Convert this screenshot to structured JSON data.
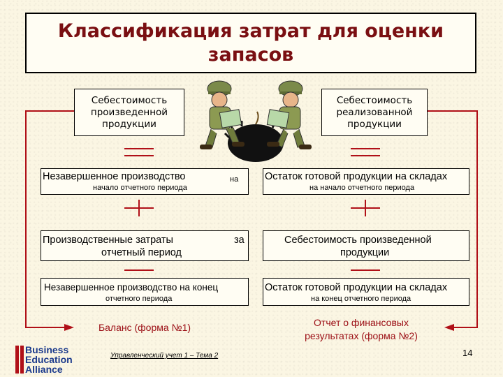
{
  "title": "Классификация затрат для оценки\nзапасов",
  "left_head": "Себестоимость\nпроизведенной\nпродукции",
  "right_head": "Себестоимость\nреализованной\nпродукции",
  "left_rows": [
    {
      "main": "Незавершенное производство",
      "tail": "на",
      "sub": "начало отчетного периода"
    },
    {
      "main": "Производственные затраты",
      "tail": "за",
      "sub": "отчетный период"
    },
    {
      "main": "Незавершенное производство на конец",
      "sub": "отчетного периода"
    }
  ],
  "right_rows": [
    {
      "main": "Остаток готовой продукции на складах",
      "sub": "на начало отчетного периода"
    },
    {
      "main": "Себестоимость произведенной",
      "sub": "продукции"
    },
    {
      "main": "Остаток готовой продукции на складах",
      "sub": "на конец отчетного периода"
    }
  ],
  "left_result": "Баланс (форма №1)",
  "right_result": "Отчет о финансовых\nрезультатах (форма №2)",
  "footer": "Управленческий учет 1 – Тема 2",
  "page_number": "14",
  "logo": {
    "line1": "Business",
    "line2": "Education",
    "line3": "Alliance"
  },
  "colors": {
    "accent": "#b01018",
    "title": "#7a0f12",
    "logo_blue": "#1b3a8c"
  }
}
